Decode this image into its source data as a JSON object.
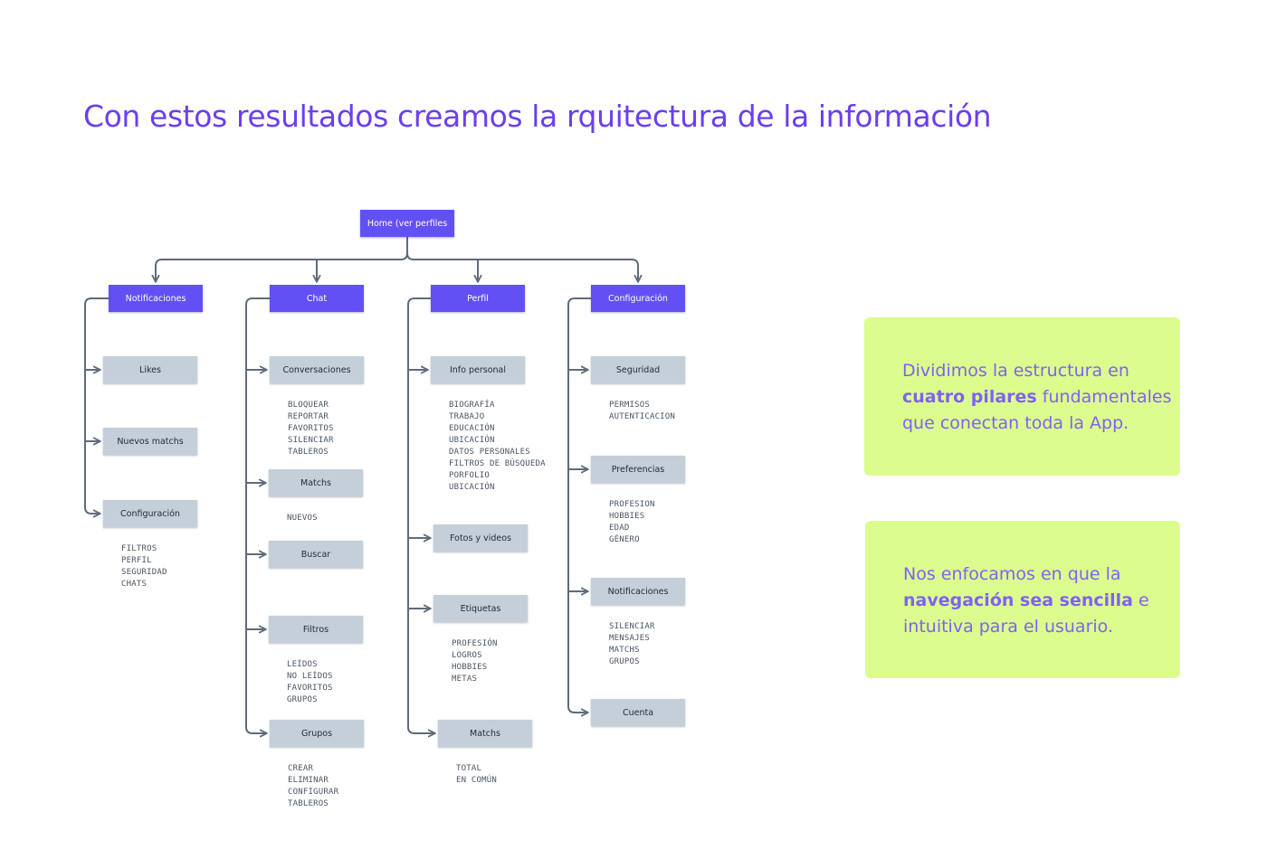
{
  "colors": {
    "accent": "#6151f5",
    "title": "#6a3ff0",
    "node_gray": "#c5cfd9",
    "connector": "#5f6b7a",
    "card_bg": "#ddfc8e",
    "card_text": "#7e63f2"
  },
  "title": "Con estos resultados creamos la rquitectura de la información",
  "diagram": {
    "root": {
      "label": "Home (ver perfiles"
    },
    "columns": [
      {
        "label": "Notificaciones",
        "children": [
          {
            "label": "Likes",
            "items": []
          },
          {
            "label": "Nuevos matchs",
            "items": []
          },
          {
            "label": "Configuración",
            "items": [
              "FILTROS",
              "PERFIL",
              "SEGURIDAD",
              "CHATS"
            ]
          }
        ]
      },
      {
        "label": "Chat",
        "children": [
          {
            "label": "Conversaciones",
            "items": [
              "BLOQUEAR",
              "REPORTAR",
              "FAVORITOS",
              "SILENCIAR",
              "TABLEROS"
            ]
          },
          {
            "label": "Matchs",
            "items": [
              "NUEVOS"
            ]
          },
          {
            "label": "Buscar",
            "items": []
          },
          {
            "label": "Filtros",
            "items": [
              "LEÍDOS",
              "NO LEÍDOS",
              "FAVORITOS",
              "GRUPOS"
            ]
          },
          {
            "label": "Grupos",
            "items": [
              "CREAR",
              "ELIMINAR",
              "CONFIGURAR",
              "TABLEROS"
            ]
          }
        ]
      },
      {
        "label": "Perfil",
        "children": [
          {
            "label": "Info personal",
            "items": [
              "BIOGRAFÍA",
              "TRABAJO",
              "EDUCACIÓN",
              "UBICACIÓN",
              "DATOS PERSONALES",
              "FILTROS DE BÚSQUEDA",
              "PORFOLIO",
              "UBICACIÓN"
            ]
          },
          {
            "label": "Fotos y videos",
            "items": []
          },
          {
            "label": "Etiquetas",
            "items": [
              "PROFESIÓN",
              "LOGROS",
              "HOBBIES",
              "METAS"
            ]
          },
          {
            "label": "Matchs",
            "items": [
              "TOTAL",
              "EN COMÚN"
            ]
          }
        ]
      },
      {
        "label": "Configuración",
        "children": [
          {
            "label": "Seguridad",
            "items": [
              "PERMISOS",
              "AUTENTICACION"
            ]
          },
          {
            "label": "Preferencias",
            "items": [
              "PROFESION",
              "HOBBIES",
              "EDAD",
              "GÉNERO"
            ]
          },
          {
            "label": "Notificaciones",
            "items": [
              "SILENCIAR",
              "MENSAJES",
              "MATCHS",
              "GRUPOS"
            ]
          },
          {
            "label": "Cuenta",
            "items": []
          }
        ]
      }
    ]
  },
  "cards": [
    {
      "text_before": "Dividimos la estructura en ",
      "bold": "cuatro pilares",
      "text_after": " fundamentales que conectan toda la App."
    },
    {
      "text_before": "Nos enfocamos en que la ",
      "bold": "navegación sea sencilla",
      "text_after": " e intuitiva para el usuario."
    }
  ]
}
